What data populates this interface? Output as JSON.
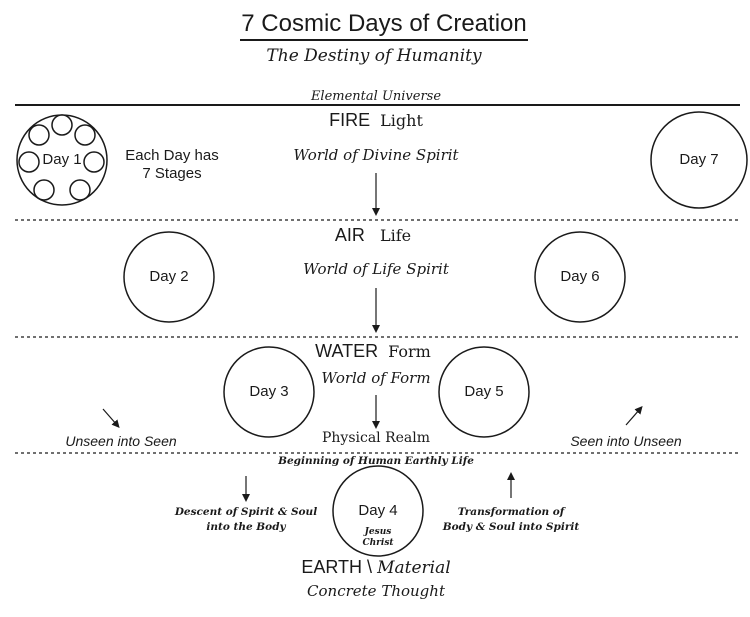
{
  "title": "7 Cosmic Days of Creation",
  "subtitle": "The Destiny of Humanity",
  "bands": {
    "elemental": "Elemental Universe",
    "fire": {
      "element": "FIRE",
      "word": "Light",
      "world": "World of Divine Spirit"
    },
    "air": {
      "element": "AIR",
      "word": "Life",
      "world": "World of Life Spirit"
    },
    "water": {
      "element": "WATER",
      "word": "Form",
      "world": "World of Form",
      "realm": "Physical Realm"
    },
    "earth": {
      "element": "EARTH",
      "separator": "\\",
      "word": "Material",
      "world": "Concrete Thought",
      "beginning": "Beginning of Human Earthly Life"
    }
  },
  "days": {
    "day1": "Day 1",
    "day2": "Day 2",
    "day3": "Day 3",
    "day4": "Day 4",
    "day5": "Day 5",
    "day6": "Day 6",
    "day7": "Day 7"
  },
  "stages_note": {
    "line1": "Each Day has",
    "line2": "7 Stages"
  },
  "day4_sub": {
    "line1": "Jesus",
    "line2": "Christ"
  },
  "side_labels": {
    "unseen_into_seen": "Unseen into Seen",
    "seen_into_unseen": "Seen into Unseen",
    "descent": {
      "line1": "Descent of Spirit & Soul",
      "line2": "into the Body"
    },
    "transformation": {
      "line1": "Transformation of",
      "line2": "Body & Soul into Spirit"
    }
  },
  "colors": {
    "ink": "#1a1a1a",
    "background": "#ffffff"
  }
}
